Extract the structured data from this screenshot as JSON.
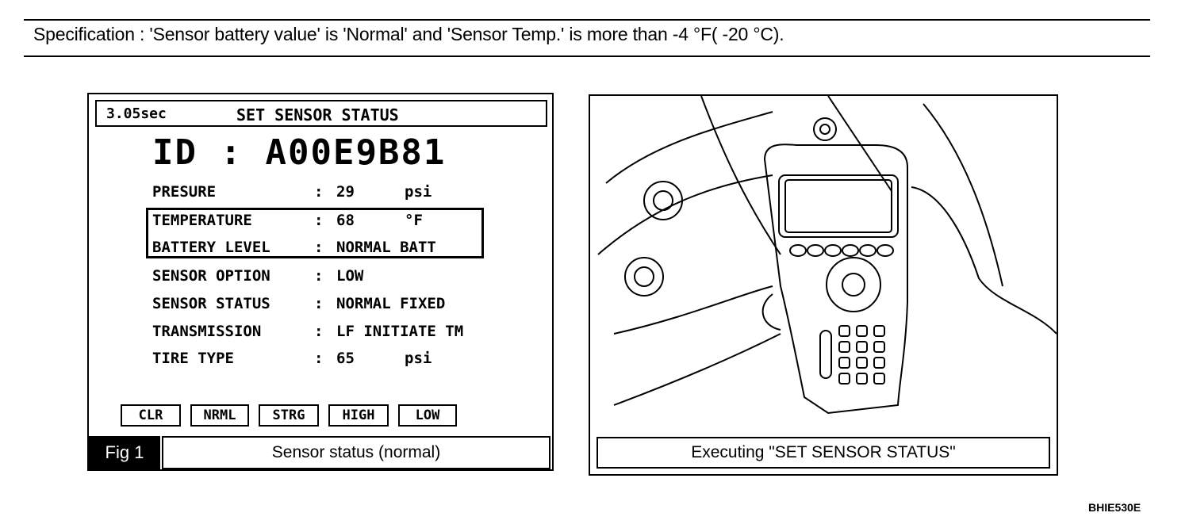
{
  "specification": "Specification : 'Sensor battery value' is 'Normal' and 'Sensor Temp.' is more than -4 °F( -20 °C).",
  "screen": {
    "time": "3.05sec",
    "title": "SET SENSOR STATUS",
    "id_label": "ID",
    "id_sep": ":",
    "id_value": "A00E9B81",
    "rows": [
      {
        "label": "PRESURE",
        "value": "29",
        "unit": "psi"
      },
      {
        "label": "TEMPERATURE",
        "value": "68",
        "unit": "°F"
      },
      {
        "label": "BATTERY LEVEL",
        "value": "NORMAL BATT",
        "unit": ""
      },
      {
        "label": "SENSOR OPTION",
        "value": "LOW",
        "unit": ""
      },
      {
        "label": "SENSOR STATUS",
        "value": "NORMAL FIXED",
        "unit": ""
      },
      {
        "label": "TRANSMISSION",
        "value": "LF INITIATE TM",
        "unit": ""
      },
      {
        "label": "TIRE TYPE",
        "value": "65",
        "unit": "psi"
      }
    ],
    "softkeys": [
      "CLR",
      "NRML",
      "STRG",
      "HIGH",
      "LOW"
    ]
  },
  "figure_left": {
    "tag": "Fig 1",
    "caption": "Sensor status (normal)"
  },
  "figure_right": {
    "caption": "Executing \"SET SENSOR STATUS\""
  },
  "doc_code": "BHIE530E"
}
